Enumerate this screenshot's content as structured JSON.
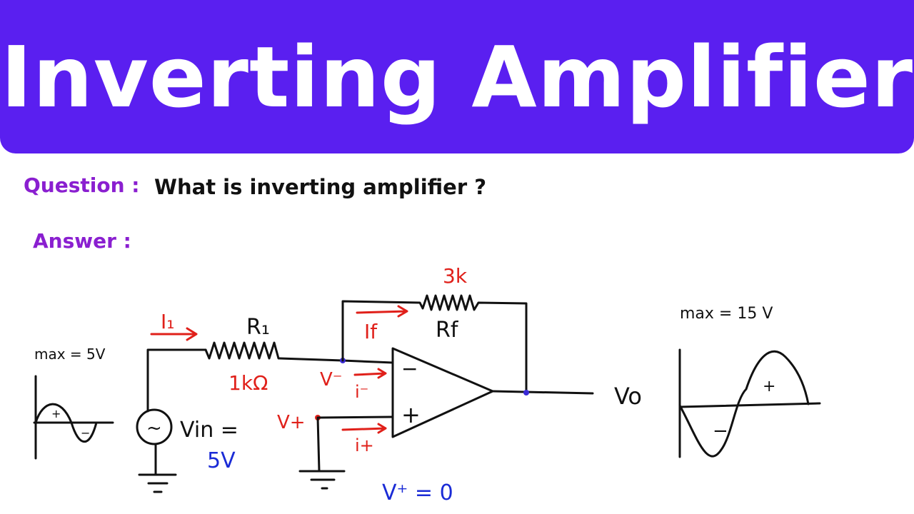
{
  "title": "Inverting Amplifier",
  "question": {
    "label": "Question :",
    "text": "What is inverting amplifier ?"
  },
  "answer": {
    "label": "Answer :"
  },
  "circuit": {
    "input_max": "max = 5V",
    "output_max": "max = 15 V",
    "i1": "I₁",
    "r1": "R₁",
    "r1_value": "1kΩ",
    "rf": "Rf",
    "rf_value": "3k",
    "if": "If",
    "v_minus": "V⁻",
    "i_minus": "i⁻",
    "v_plus": "V+",
    "i_plus": "i+",
    "vin": "Vin =",
    "vin_value": "5V",
    "vo": "Vo",
    "v_plus_eq": "V⁺ = 0",
    "plus_sign": "+",
    "minus_sign": "−",
    "tilde": "~"
  },
  "colors": {
    "banner": "#5a1ff0",
    "label": "#8a1fd0",
    "red": "#e0201a",
    "blue": "#1a2bd6"
  }
}
